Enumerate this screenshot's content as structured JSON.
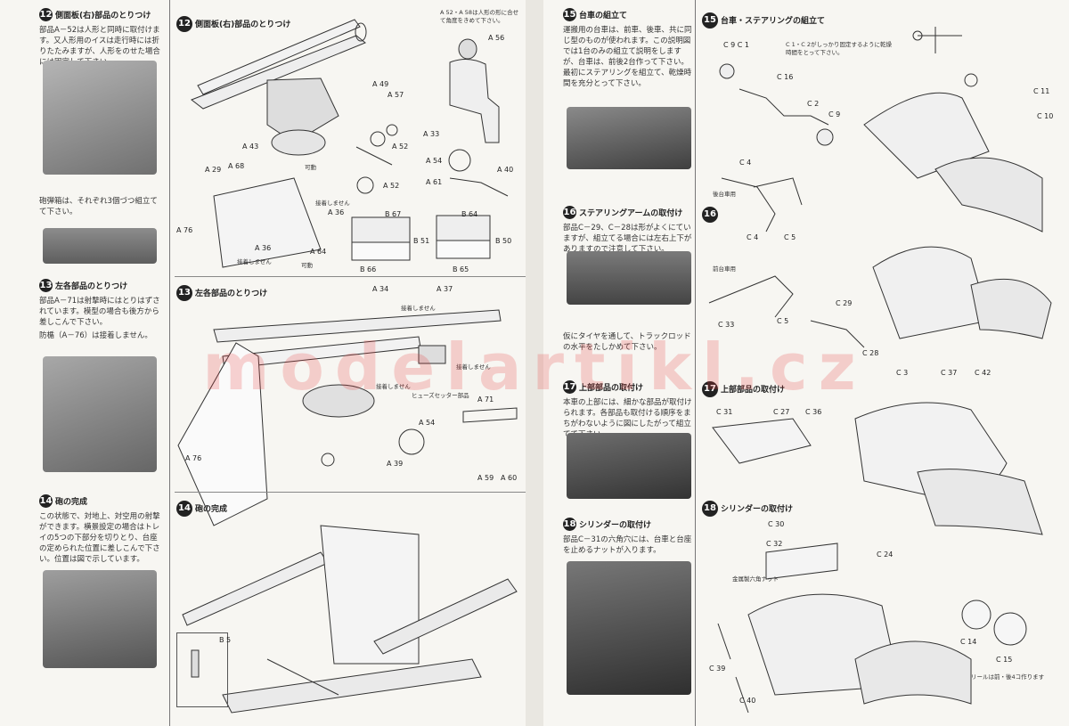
{
  "left": {
    "sidebar": [
      {
        "num": "12",
        "title": "側面板(右)部品のとりつけ",
        "text": "部品A－52は人形と同時に取付けます。又人形用のイスは走行時には折りたたみますが、人形をのせた場合には固定して下さい。"
      },
      {
        "num": "",
        "title": "",
        "text": "砲弾箱は、それぞれ3個づつ組立てて下さい。"
      },
      {
        "num": "13",
        "title": "左各部品のとりつけ",
        "text": "部品A－71は射撃時にはとりはずされています。模型の場合も後方から差しこんで下さい。",
        "text2": "防楯（A－76）は接着しません。"
      },
      {
        "num": "14",
        "title": "砲の完成",
        "text": "この状態で、対地上、対空用の射撃ができます。横景設定の場合はトレイの5つの下部分を切りとり、台座の定められた位置に差しこんで下さい。位置は図で示しています。"
      }
    ],
    "main": [
      {
        "num": "12",
        "title": "側面板(右)部品のとりつけ"
      },
      {
        "num": "13",
        "title": "左各部品のとりつけ"
      },
      {
        "num": "14",
        "title": "砲の完成"
      }
    ],
    "note_a52": "A 52・A 58は人形の形に合せて角度をきめて下さい。",
    "labels": {
      "a56": "A 56",
      "a49": "A 49",
      "a57": "A 57",
      "a33": "A 33",
      "a52a": "A 52",
      "a52b": "A 52",
      "a43": "A 43",
      "a68": "A 68",
      "a29": "A 29",
      "a36a": "A 36",
      "a36b": "A 36",
      "a76a": "A 76",
      "a64": "A 64",
      "a54a": "A 54",
      "a61": "A 61",
      "a40": "A 40",
      "b67": "B 67",
      "b64": "B 64",
      "b66": "B 66",
      "b51": "B 51",
      "b65": "B 65",
      "b50": "B 50",
      "a34": "A 34",
      "a37": "A 37",
      "a76b": "A 76",
      "a71": "A 71",
      "a54b": "A 54",
      "a39": "A 39",
      "a59": "A 59",
      "a60": "A 60",
      "b5": "B 5"
    },
    "small": {
      "kado1": "可動",
      "kado2": "可動",
      "noglue1": "接着しません",
      "noglue2": "接着しません",
      "noglue3": "接着しません",
      "noglue4": "接着しません",
      "fuze": "ヒューズセッター部品",
      "noglue5": "接着しません"
    }
  },
  "right": {
    "sidebar": [
      {
        "num": "15",
        "title": "台車の組立て",
        "text": "運搬用の台車は、前車、後車、共に同じ型のものが使われます。この説明図では1台のみの組立て説明をしますが、台車は、前後2台作って下さい。最初にステアリングを組立て、乾燥時間を充分とって下さい。"
      },
      {
        "num": "16",
        "title": "ステアリングアームの取付け",
        "text": "部品C－29、C－28は形がよくにていますが、組立てる場合には左右上下がありますので注意して下さい。",
        "text2": "仮にタイヤを通して、トラックロッドの水平をたしかめて下さい。"
      },
      {
        "num": "17",
        "title": "上部部品の取付け",
        "text": "本車の上部には、細かな部品が取付けられます。各部品も取付ける順序をまちがわないように図にしたがって組立てて下さい。"
      },
      {
        "num": "18",
        "title": "シリンダーの取付け",
        "text": "部品C－31の六角穴には、台車と台座を止めるナットが入ります。"
      }
    ],
    "main": [
      {
        "num": "15",
        "title": "台車・ステアリングの組立て"
      },
      {
        "num": "16",
        "title": ""
      },
      {
        "num": "17",
        "title": "上部部品の取付け"
      },
      {
        "num": "18",
        "title": "シリンダーの取付け"
      }
    ],
    "note_c1c2": "C 1・C 2がしっかり固定するように乾燥時間をとって下さい。",
    "labels": {
      "c9c1": "C 9 C 1",
      "c16": "C 16",
      "c2": "C 2",
      "c9": "C 9",
      "c11": "C 11",
      "c10": "C 10",
      "c4a": "C 4",
      "c4b": "C 4",
      "c5a": "C 5",
      "c5b": "C 5",
      "c33": "C 33",
      "c29": "C 29",
      "c28": "C 28",
      "c3": "C 3",
      "c37": "C 37",
      "c42": "C 42",
      "c31": "C 31",
      "c27": "C 27",
      "c36": "C 36",
      "c30": "C 30",
      "c32": "C 32",
      "c24": "C 24",
      "c39": "C 39",
      "c40": "C 40",
      "c14": "C 14",
      "c15": "C 15"
    },
    "small": {
      "rear": "後台車用",
      "front": "前台車用",
      "nut": "金属製六角ナット",
      "reel": "リールは前・後4コ作ります"
    }
  },
  "watermark": "modelartikl.cz"
}
